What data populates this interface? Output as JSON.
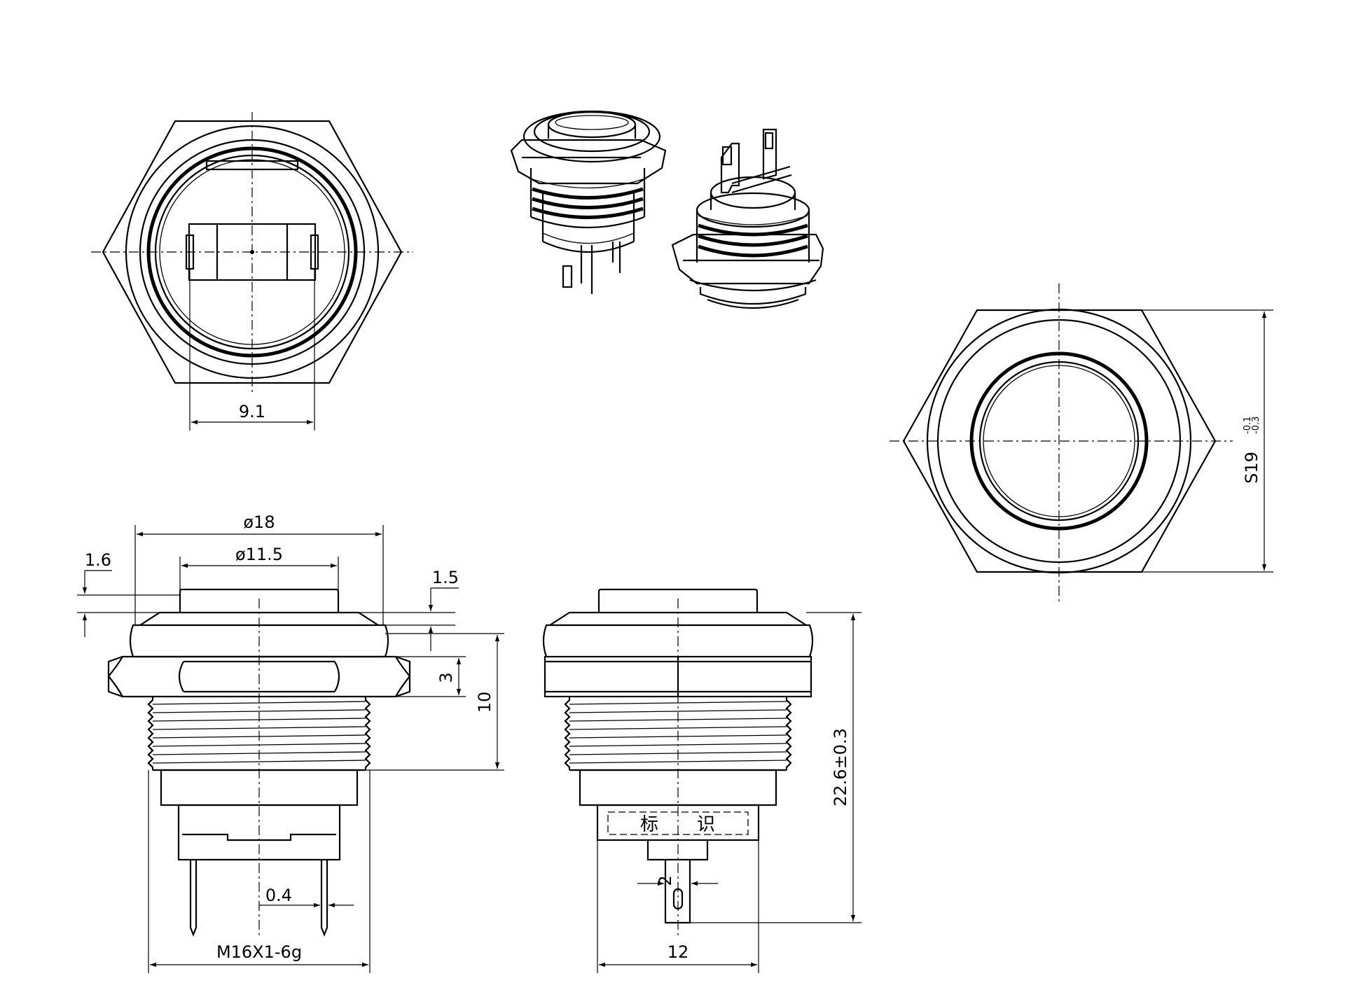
{
  "dimensions": {
    "pin_spacing": "9.1",
    "body_diameter": "ø18",
    "cap_diameter": "ø11.5",
    "cap_height": "1.6",
    "ring_height": "1.5",
    "nut_thickness": "3",
    "thread_length": "10",
    "thread_spec": "M16X1-6g",
    "terminal_thickness": "0.4",
    "terminal_width": "12",
    "overall_height": "22.6±0.3",
    "hex_across_flats": "S19",
    "hex_tol_upper": "-0.1",
    "hex_tol_lower": "-0.3",
    "terminal_pin_width": "2"
  },
  "labels": {
    "mark_char_1": "标",
    "mark_char_2": "识"
  }
}
